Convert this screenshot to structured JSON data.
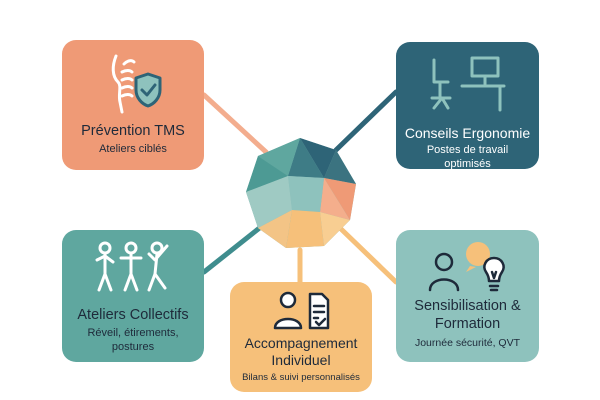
{
  "colors": {
    "orange": "#ef9a76",
    "teal_dark": "#2e6477",
    "teal": "#5fa79f",
    "amber": "#f6c07a",
    "teal_light": "#8ec2bd",
    "ink": "#1e2a3a"
  },
  "cards": {
    "prevention": {
      "title": "Prévention TMS",
      "subtitle": "Ateliers ciblés",
      "icon": "spine-shield-icon"
    },
    "conseils": {
      "title": "Conseils Ergonomie",
      "subtitle": "Postes de travail optimisés",
      "icon": "workstation-icon"
    },
    "ateliers": {
      "title": "Ateliers Collectifs",
      "subtitle": "Réveil, étirements, postures",
      "icon": "stretching-people-icon"
    },
    "accompagnement": {
      "title": "Accompagnement Individuel",
      "subtitle": "Bilans & suivi personnalisés",
      "icon": "person-checklist-icon"
    },
    "sensibilisation": {
      "title": "Sensibilisation & Formation",
      "subtitle": "Journée sécurité, QVT",
      "icon": "person-lightbulb-icon"
    }
  },
  "center": {
    "icon": "polyhedron-hub-icon"
  }
}
